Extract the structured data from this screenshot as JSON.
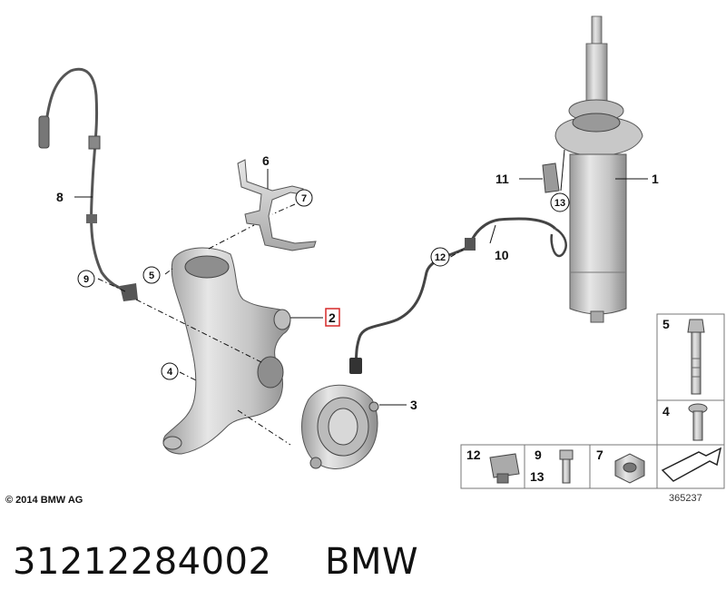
{
  "callouts": {
    "c1": "1",
    "c2": "2",
    "c3": "3",
    "c4": "4",
    "c5": "5",
    "c6": "6",
    "c7": "7",
    "c8": "8",
    "c9": "9",
    "c10": "10",
    "c11": "11",
    "c12": "12",
    "c13": "13"
  },
  "legend": {
    "g5": "5",
    "g4": "4",
    "g12": "12",
    "g9": "9",
    "g13": "13",
    "g7": "7"
  },
  "copyright": "© 2014 BMW AG",
  "reference_number": "365237",
  "part_number": "31212284002",
  "brand": "BMW",
  "colors": {
    "highlight": "#d62828",
    "part_fill": "#cfcfcf",
    "line": "#111111"
  }
}
